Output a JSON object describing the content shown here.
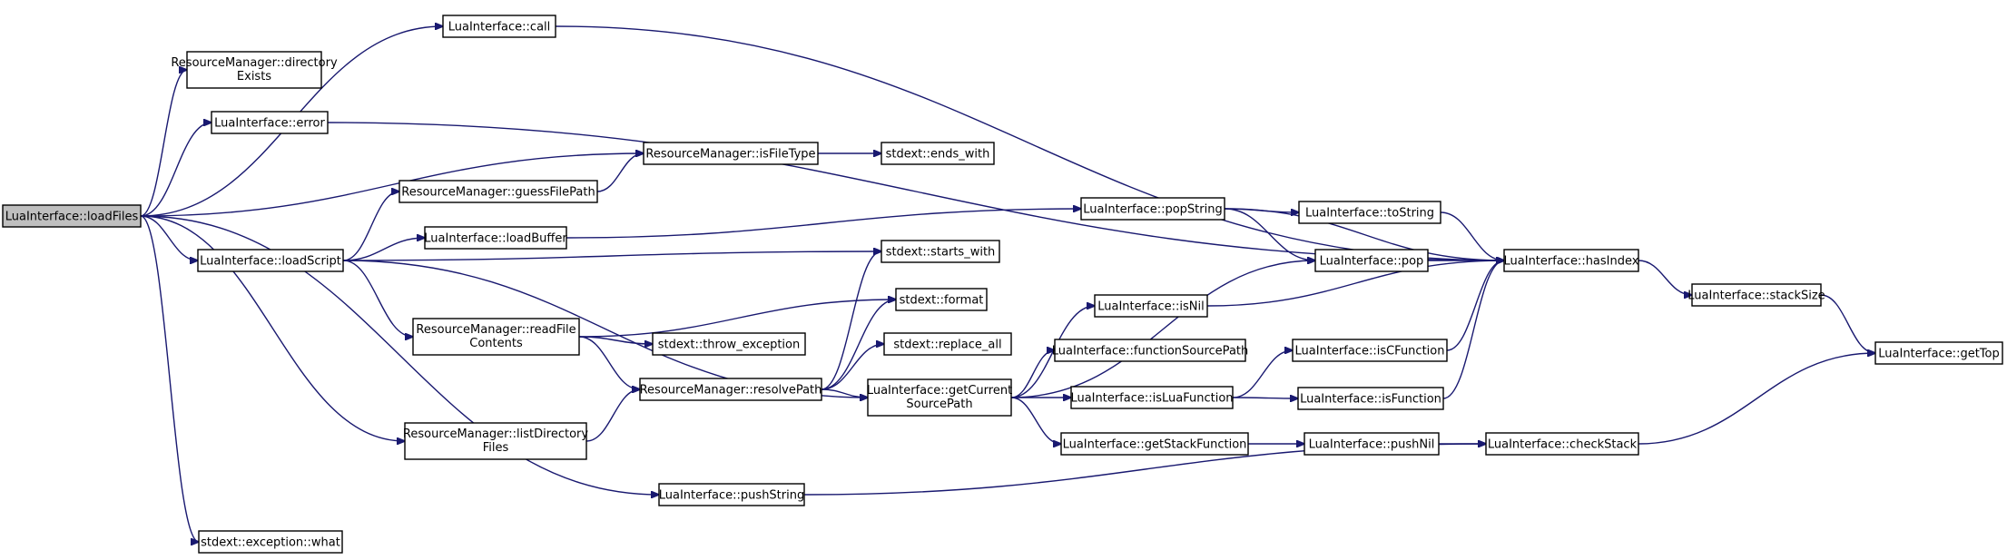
{
  "graph": {
    "node_fill": "#ffffff",
    "root_fill": "#bfbfbf",
    "edge_color": "#191970",
    "nodes": {
      "loadFiles": [
        "LuaInterface::loadFiles"
      ],
      "call": [
        "LuaInterface::call"
      ],
      "dirExists": [
        "ResourceManager::directory",
        "Exists"
      ],
      "error": [
        "LuaInterface::error"
      ],
      "isFileType": [
        "ResourceManager::isFileType"
      ],
      "endsWith": [
        "stdext::ends_with"
      ],
      "guessFilePath": [
        "ResourceManager::guessFilePath"
      ],
      "loadScript": [
        "LuaInterface::loadScript"
      ],
      "loadBuffer": [
        "LuaInterface::loadBuffer"
      ],
      "popString": [
        "LuaInterface::popString"
      ],
      "toString": [
        "LuaInterface::toString"
      ],
      "startsWith": [
        "stdext::starts_with"
      ],
      "pop": [
        "LuaInterface::pop"
      ],
      "hasIndex": [
        "LuaInterface::hasIndex"
      ],
      "format": [
        "stdext::format"
      ],
      "isNil": [
        "LuaInterface::isNil"
      ],
      "stackSize": [
        "LuaInterface::stackSize"
      ],
      "readFile": [
        "ResourceManager::readFile",
        "Contents"
      ],
      "throwException": [
        "stdext::throw_exception"
      ],
      "replaceAll": [
        "stdext::replace_all"
      ],
      "funcSourcePath": [
        "LuaInterface::functionSourcePath"
      ],
      "isCFunction": [
        "LuaInterface::isCFunction"
      ],
      "getTop": [
        "LuaInterface::getTop"
      ],
      "resolvePath": [
        "ResourceManager::resolvePath"
      ],
      "getCurrentSourcePath": [
        "LuaInterface::getCurrent",
        "SourcePath"
      ],
      "isLuaFunction": [
        "LuaInterface::isLuaFunction"
      ],
      "isFunction": [
        "LuaInterface::isFunction"
      ],
      "listDirFiles": [
        "ResourceManager::listDirectory",
        "Files"
      ],
      "getStackFunction": [
        "LuaInterface::getStackFunction"
      ],
      "pushNil": [
        "LuaInterface::pushNil"
      ],
      "checkStack": [
        "LuaInterface::checkStack"
      ],
      "pushString": [
        "LuaInterface::pushString"
      ],
      "exceptionWhat": [
        "stdext::exception::what"
      ]
    },
    "edges": [
      [
        "loadFiles",
        "call"
      ],
      [
        "loadFiles",
        "dirExists"
      ],
      [
        "loadFiles",
        "error"
      ],
      [
        "loadFiles",
        "isFileType"
      ],
      [
        "loadFiles",
        "loadScript"
      ],
      [
        "loadFiles",
        "listDirFiles"
      ],
      [
        "loadFiles",
        "pushString"
      ],
      [
        "loadFiles",
        "exceptionWhat"
      ],
      [
        "call",
        "hasIndex"
      ],
      [
        "error",
        "hasIndex"
      ],
      [
        "isFileType",
        "endsWith"
      ],
      [
        "guessFilePath",
        "isFileType"
      ],
      [
        "loadScript",
        "guessFilePath"
      ],
      [
        "loadScript",
        "loadBuffer"
      ],
      [
        "loadScript",
        "startsWith"
      ],
      [
        "loadScript",
        "readFile"
      ],
      [
        "loadScript",
        "getCurrentSourcePath"
      ],
      [
        "loadBuffer",
        "popString"
      ],
      [
        "popString",
        "toString"
      ],
      [
        "popString",
        "pop"
      ],
      [
        "popString",
        "hasIndex"
      ],
      [
        "toString",
        "hasIndex"
      ],
      [
        "pop",
        "hasIndex"
      ],
      [
        "hasIndex",
        "stackSize"
      ],
      [
        "stackSize",
        "getTop"
      ],
      [
        "readFile",
        "format"
      ],
      [
        "readFile",
        "throwException"
      ],
      [
        "readFile",
        "resolvePath"
      ],
      [
        "resolvePath",
        "startsWith"
      ],
      [
        "resolvePath",
        "format"
      ],
      [
        "resolvePath",
        "replaceAll"
      ],
      [
        "resolvePath",
        "getCurrentSourcePath"
      ],
      [
        "listDirFiles",
        "resolvePath"
      ],
      [
        "getCurrentSourcePath",
        "pop"
      ],
      [
        "getCurrentSourcePath",
        "isNil"
      ],
      [
        "getCurrentSourcePath",
        "funcSourcePath"
      ],
      [
        "getCurrentSourcePath",
        "isLuaFunction"
      ],
      [
        "getCurrentSourcePath",
        "getStackFunction"
      ],
      [
        "isNil",
        "hasIndex"
      ],
      [
        "isLuaFunction",
        "isCFunction"
      ],
      [
        "isLuaFunction",
        "isFunction"
      ],
      [
        "isCFunction",
        "hasIndex"
      ],
      [
        "isFunction",
        "hasIndex"
      ],
      [
        "getStackFunction",
        "pushNil"
      ],
      [
        "pushNil",
        "checkStack"
      ],
      [
        "checkStack",
        "getTop"
      ],
      [
        "pushString",
        "checkStack"
      ]
    ]
  }
}
